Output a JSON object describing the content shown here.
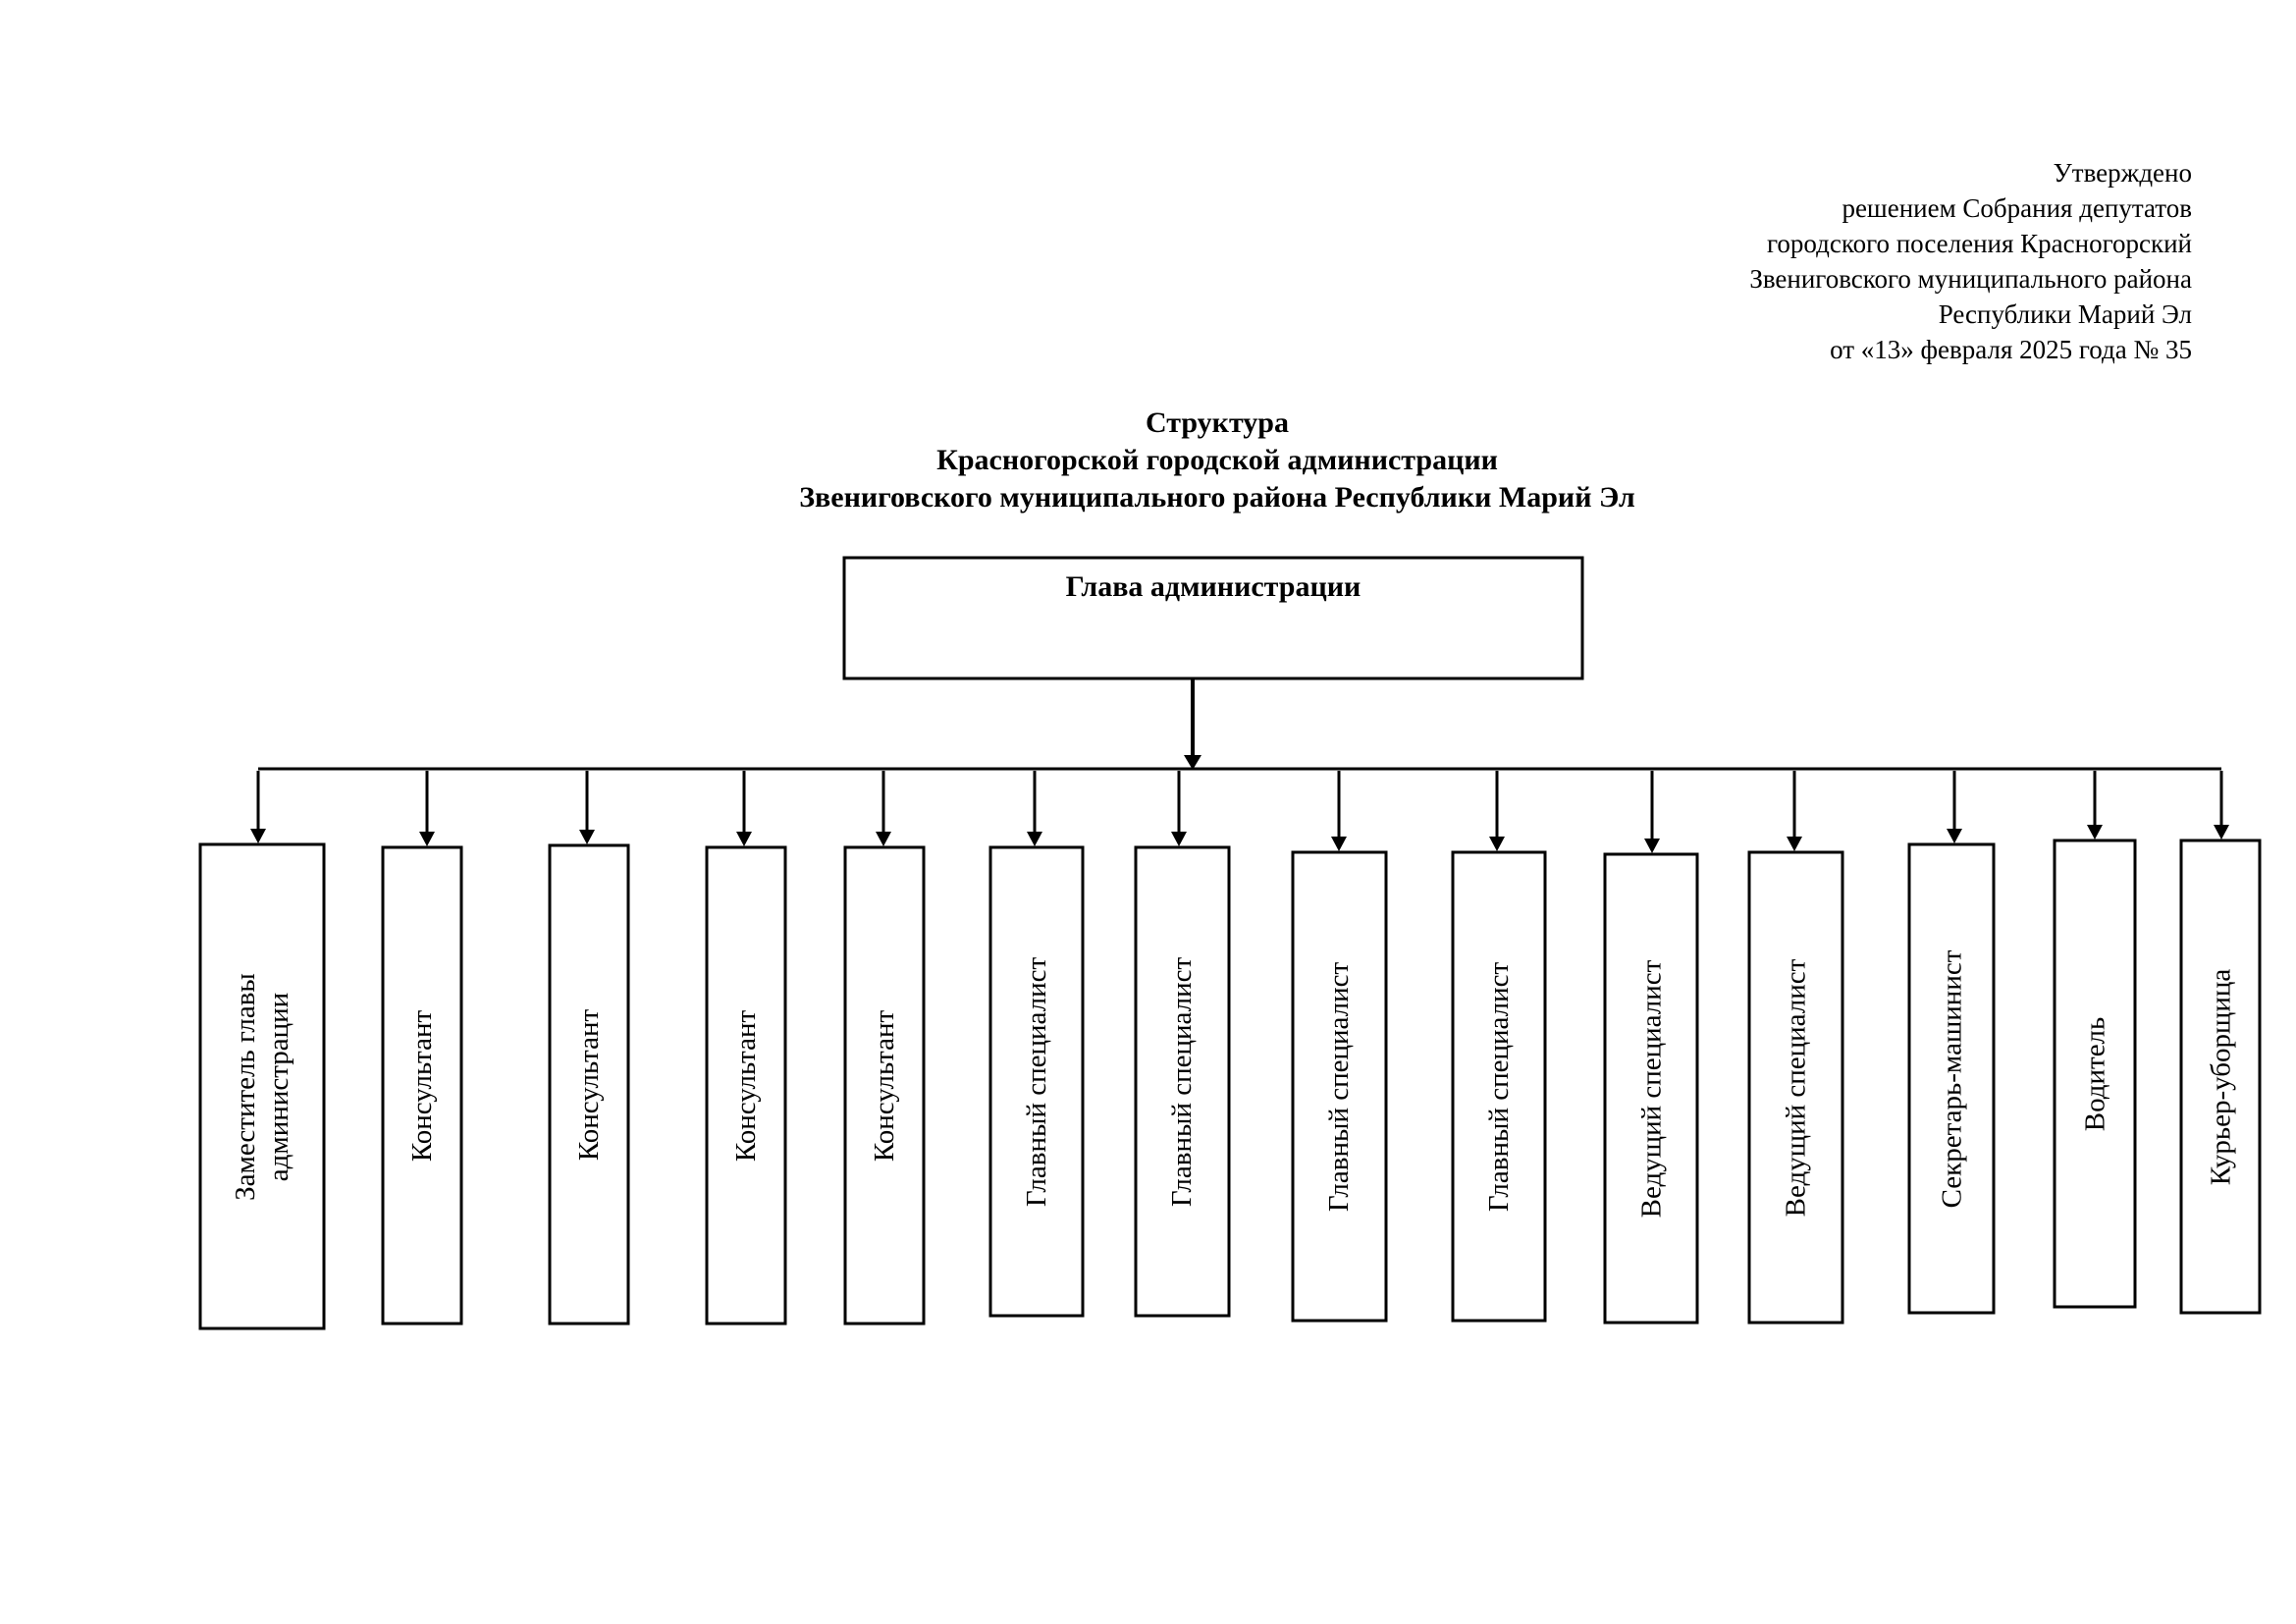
{
  "approval": {
    "line1": "Утверждено",
    "line2": "решением Собрания депутатов",
    "line3": "городского поселения Красногорский",
    "line4": "Звениговского муниципального района",
    "line5": "Республики Марий Эл",
    "line6": "от «13» февраля 2025 года  № 35"
  },
  "title": {
    "line1": "Структура",
    "line2": "Красногорской городской администрации",
    "line3": "Звениговского муниципального района Республики Марий Эл"
  },
  "head": {
    "label": "Глава администрации"
  },
  "positions": [
    {
      "line1": "Заместитель главы",
      "line2": "администрации"
    },
    {
      "line1": "Консультант"
    },
    {
      "line1": "Консультант"
    },
    {
      "line1": "Консультант"
    },
    {
      "line1": "Консультант"
    },
    {
      "line1": "Главный специалист"
    },
    {
      "line1": "Главный специалист"
    },
    {
      "line1": "Главный специалист"
    },
    {
      "line1": "Главный специалист"
    },
    {
      "line1": "Ведущий специалист"
    },
    {
      "line1": "Ведущий специалист"
    },
    {
      "line1": "Секретарь-машинист"
    },
    {
      "line1": "Водитель"
    },
    {
      "line1": "Курьер-уборщица"
    }
  ]
}
